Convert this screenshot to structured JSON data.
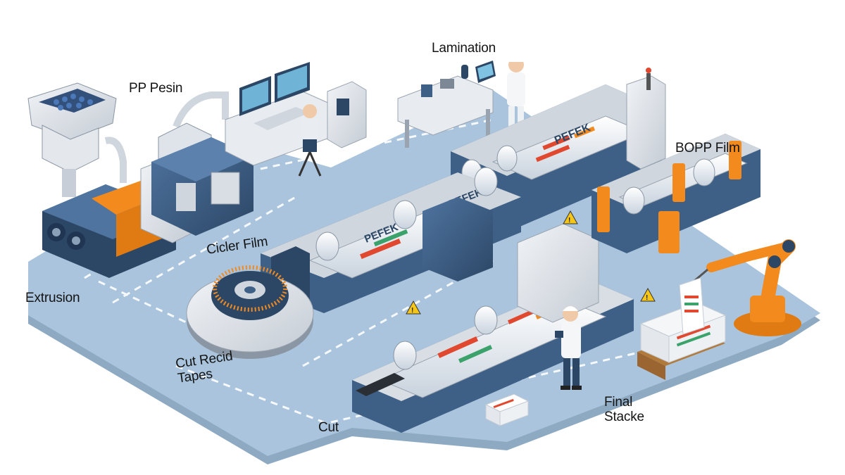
{
  "labels": {
    "lamination": "Lamination",
    "pp_resin": "PP Pesin",
    "bopp_film": "BOPP Film",
    "cicler_film": "Cicler Film",
    "extrusion": "Extrusion",
    "cut_recid_tapes": "Cut Recid\nTapes",
    "cut": "Cut",
    "final_stacke": "Final\nStacke"
  },
  "roll_print": "PEFEK",
  "colors": {
    "floor": "#a9c4dc",
    "floor_edge": "#8eaac3",
    "machine_blue": "#3e5f86",
    "machine_dark": "#2c4766",
    "accent_orange": "#f28a1e",
    "machine_grey": "#d9dee4",
    "roll_white": "#eef2f6",
    "print_red": "#e0492f",
    "print_green": "#3aa26a",
    "warning_yellow": "#f5c518"
  }
}
